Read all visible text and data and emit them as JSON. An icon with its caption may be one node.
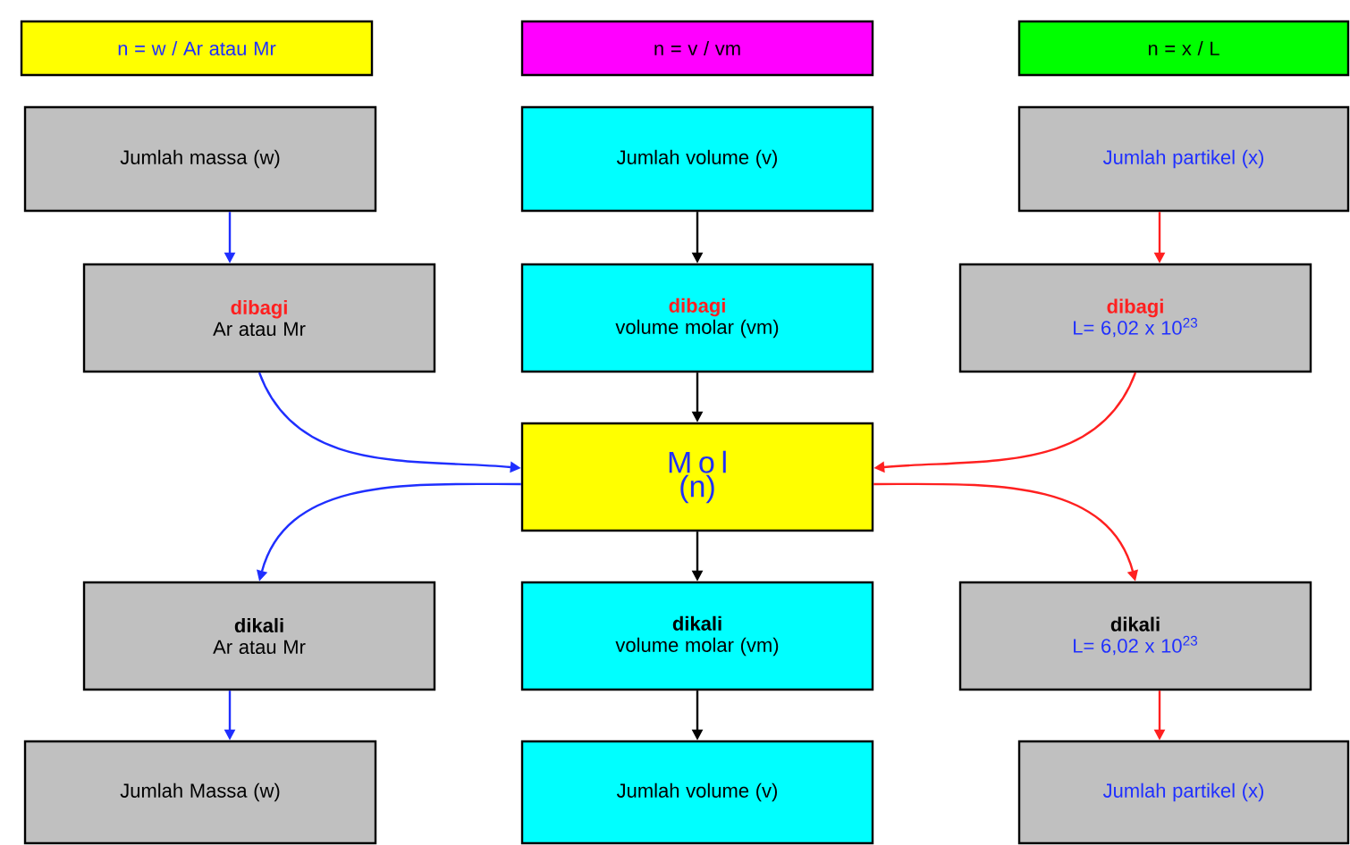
{
  "diagram": {
    "nodes": [
      {
        "text": [
          "n =  w / Ar atau Mr"
        ]
      },
      {
        "text": [
          "n = v / vm"
        ]
      },
      {
        "text": [
          "n  = x / L"
        ]
      },
      {
        "text": [
          "Jumlah massa (w)"
        ]
      },
      {
        "text": [
          "Jumlah volume (v)"
        ]
      },
      {
        "text": [
          "Jumlah partikel (x)"
        ]
      },
      {
        "text": [
          "dibagi",
          "Ar  atau  Mr"
        ]
      },
      {
        "text": [
          "dibagi",
          "volume molar (vm)"
        ]
      },
      {
        "text": [
          "dibagi",
          "L= 6,02 x 10$^{23}$"
        ]
      },
      {
        "text": [
          "M o l",
          "(n)"
        ]
      },
      {
        "text": [
          "dikali",
          "Ar atau Mr"
        ]
      },
      {
        "text": [
          "dikali",
          "volume molar (vm)"
        ]
      },
      {
        "text": [
          "dikali",
          "L= 6,02 x 10$^{23}$"
        ]
      },
      {
        "text": [
          "Jumlah Massa (w)"
        ]
      },
      {
        "text": [
          "Jumlah volume (v)"
        ]
      },
      {
        "text": [
          "Jumlah partikel (x)"
        ]
      }
    ],
    "edges": [
      {
        "from": 3,
        "to": 6,
        "arrow": "to",
        "color": "#1f2fff"
      },
      {
        "from": 4,
        "to": 7,
        "arrow": "to",
        "color": "#000000"
      },
      {
        "from": 5,
        "to": 8,
        "arrow": "to",
        "color": "#ff2020"
      },
      {
        "from": 6,
        "to": 9,
        "arrow": "to",
        "color": "#1f2fff"
      },
      {
        "from": 7,
        "to": 9,
        "arrow": "to",
        "color": "#000000"
      },
      {
        "from": 8,
        "to": 9,
        "arrow": "to",
        "color": "#ff2020"
      },
      {
        "from": 9,
        "to": 10,
        "arrow": "to",
        "color": "#1f2fff"
      },
      {
        "from": 9,
        "to": 11,
        "arrow": "to",
        "color": "#000000"
      },
      {
        "from": 9,
        "to": 12,
        "arrow": "to",
        "color": "#ff2020"
      },
      {
        "from": 10,
        "to": 13,
        "arrow": "to",
        "color": "#1f2fff"
      },
      {
        "from": 11,
        "to": 14,
        "arrow": "to",
        "color": "#000000"
      },
      {
        "from": 12,
        "to": 15,
        "arrow": "to",
        "color": "#ff2020"
      }
    ]
  }
}
